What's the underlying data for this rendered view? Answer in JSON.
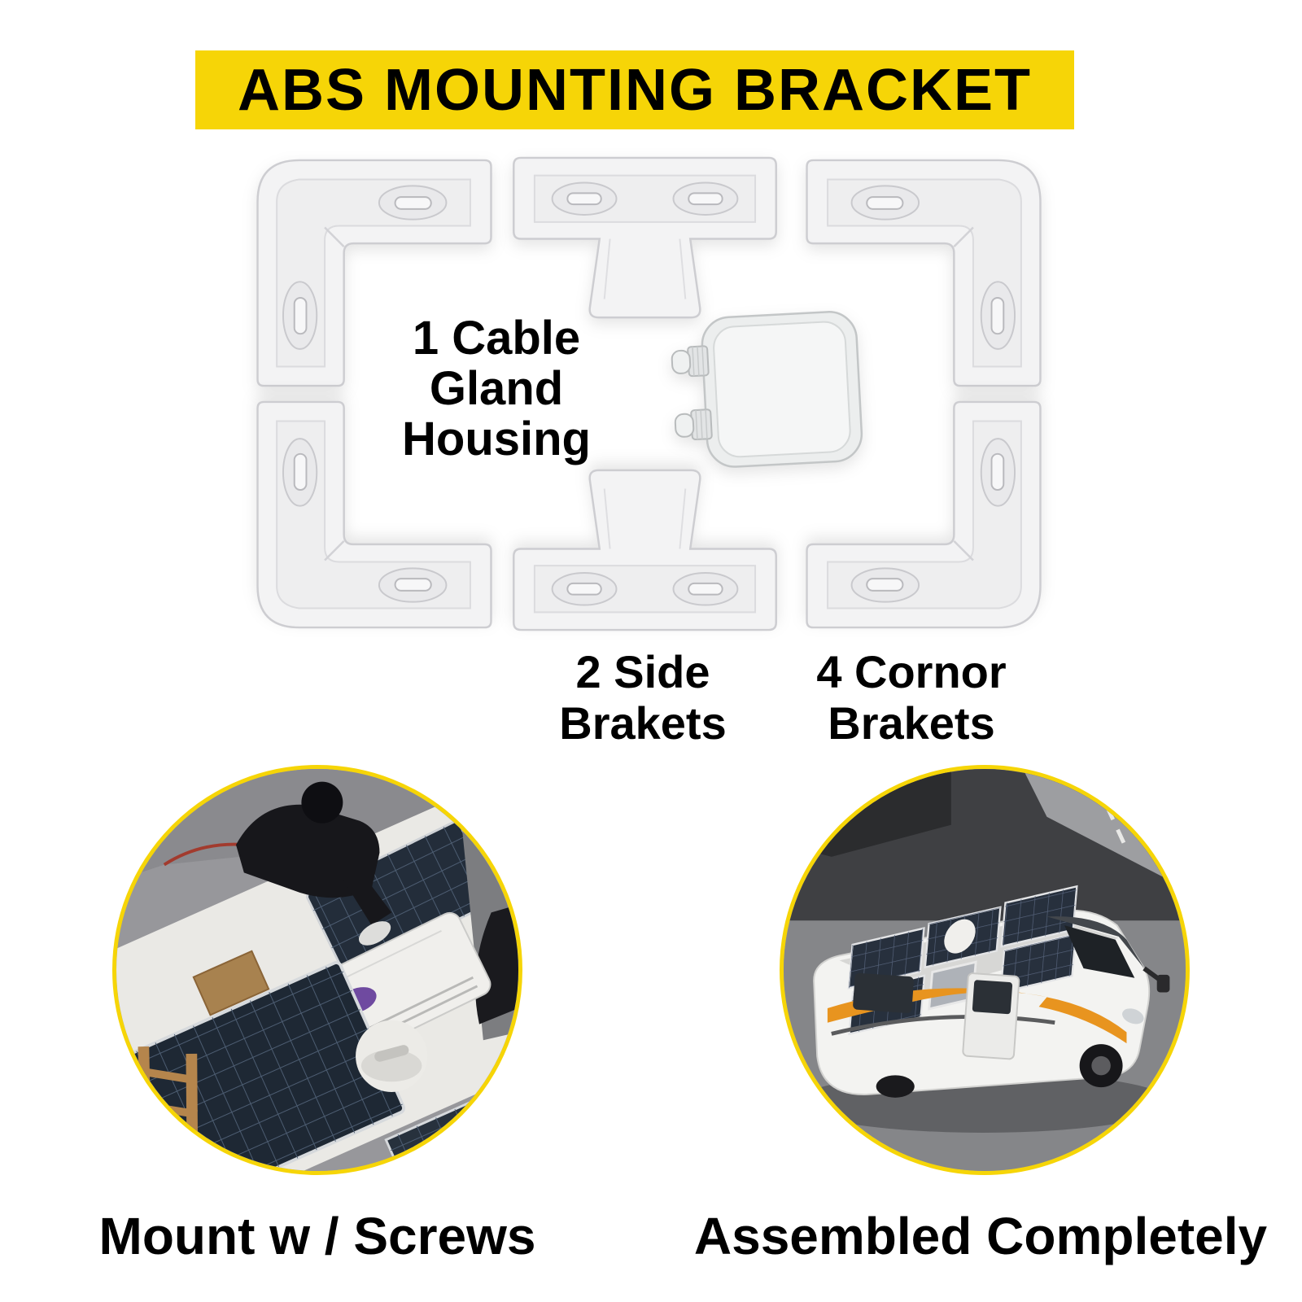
{
  "banner": {
    "text": "ABS MOUNTING BRACKET",
    "bg_color": "#F6D507",
    "text_color": "#000000"
  },
  "diagram": {
    "center_label": "1 Cable\nGland\nHousing",
    "side_brackets_label": "2 Side\nBrakets",
    "corner_brackets_label": "4 Cornor\nBrakets",
    "kit_contents": [
      {
        "item": "Cable Gland Housing",
        "qty": 1
      },
      {
        "item": "Side Brakets",
        "qty": 2
      },
      {
        "item": "Cornor Brakets",
        "qty": 4
      }
    ]
  },
  "features": {
    "left": {
      "caption": "Mount w / Screws",
      "photo": "installing-solar-panels-on-rv-roof"
    },
    "right": {
      "caption": "Assembled Completely",
      "photo": "rv-with-solar-panels-assembled"
    }
  },
  "colors": {
    "accent_yellow": "#F6D507",
    "text_black": "#000000",
    "bracket_white": "#F3F3F4",
    "panel_dark_blue": "#27303D",
    "rv_orange": "#E8941F"
  }
}
